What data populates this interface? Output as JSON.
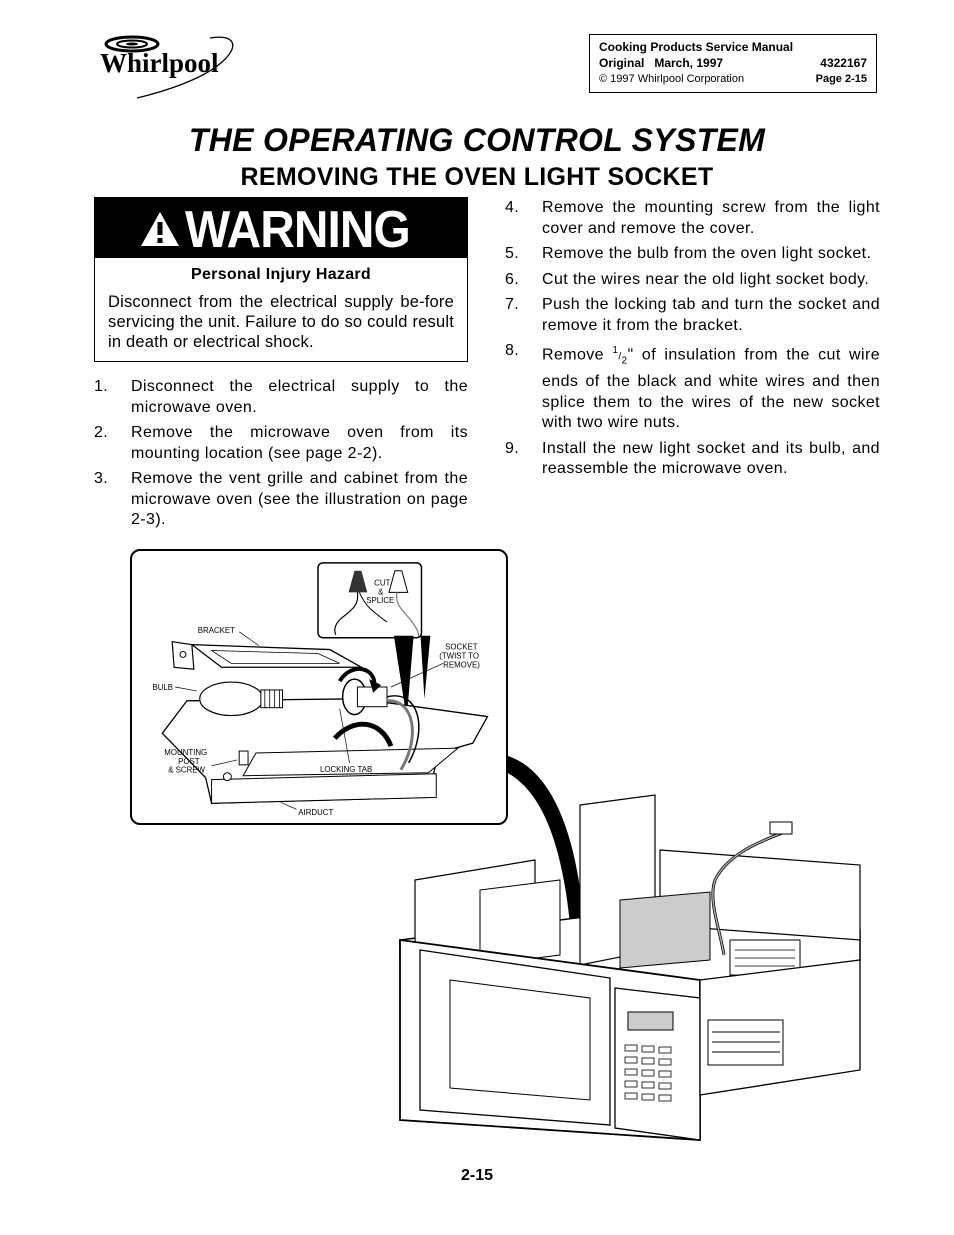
{
  "brand": {
    "logo_text": "Whirlpool"
  },
  "header_box": {
    "line1": "Cooking Products Service Manual",
    "line2_left": "Original   March, 1997",
    "line2_right": "4322167",
    "line3_left": "© 1997 Whirlpool Corporation",
    "line3_right": "Page 2-15"
  },
  "title": "THE OPERATING CONTROL SYSTEM",
  "subtitle": "REMOVING THE OVEN LIGHT SOCKET",
  "warning": {
    "heading": "WARNING",
    "hazard": "Personal Injury Hazard",
    "text": "Disconnect from the electrical supply be-fore servicing the unit. Failure to do so could result in death or electrical shock."
  },
  "steps_left": [
    {
      "num": "1.",
      "text": "Disconnect the electrical supply to the microwave oven."
    },
    {
      "num": "2.",
      "text": "Remove the microwave oven from its mounting location (see page 2-2)."
    },
    {
      "num": "3.",
      "text": "Remove the vent grille and cabinet from the microwave oven (see the illustration on page 2-3)."
    }
  ],
  "steps_right": [
    {
      "num": "4.",
      "text": "Remove the mounting screw from the light cover and remove the cover."
    },
    {
      "num": "5.",
      "text": "Remove the bulb from the oven light socket."
    },
    {
      "num": "6.",
      "text": "Cut the wires near the old light socket body."
    },
    {
      "num": "7.",
      "text": "Push the locking tab and turn the socket and remove it from the bracket."
    }
  ],
  "step8": {
    "num": "8.",
    "prefix": "Remove ",
    "frac_num": "1",
    "frac_den": "2",
    "suffix": "\" of insulation from the cut wire ends of the black and white wires and then splice them to the wires of the new socket with two wire nuts."
  },
  "step9": {
    "num": "9.",
    "text": "Install the new light socket and its bulb, and reassemble the microwave oven."
  },
  "illustration_labels": {
    "cut": "CUT",
    "amp": "&",
    "splice": "SPLICE",
    "bracket": "BRACKET",
    "socket1": "SOCKET",
    "socket2": "(TWIST TO",
    "socket3": "REMOVE)",
    "bulb": "BULB",
    "mounting1": "MOUNTING",
    "mounting2": "POST",
    "mounting3": "& SCREW",
    "locking_tab": "LOCKING TAB",
    "airduct": "AIRDUCT"
  },
  "page_number": "2-15"
}
